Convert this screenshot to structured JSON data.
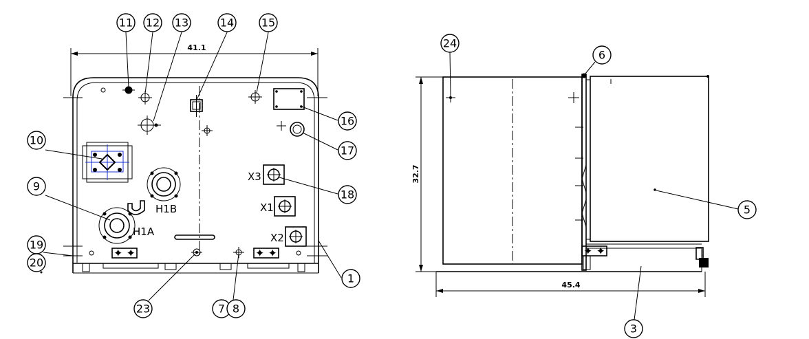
{
  "callouts": [
    "11",
    "12",
    "13",
    "14",
    "15",
    "16",
    "17",
    "10",
    "18",
    "9",
    "19",
    "20",
    "23",
    "7",
    "8",
    "1",
    "24",
    "6",
    "5",
    "3"
  ],
  "port_labels": [
    "X3",
    "X1",
    "X2",
    "H1B",
    "H1A"
  ],
  "dimensions": {
    "front_width": "41.1",
    "side_width": "45.4",
    "side_height": "32.7"
  }
}
